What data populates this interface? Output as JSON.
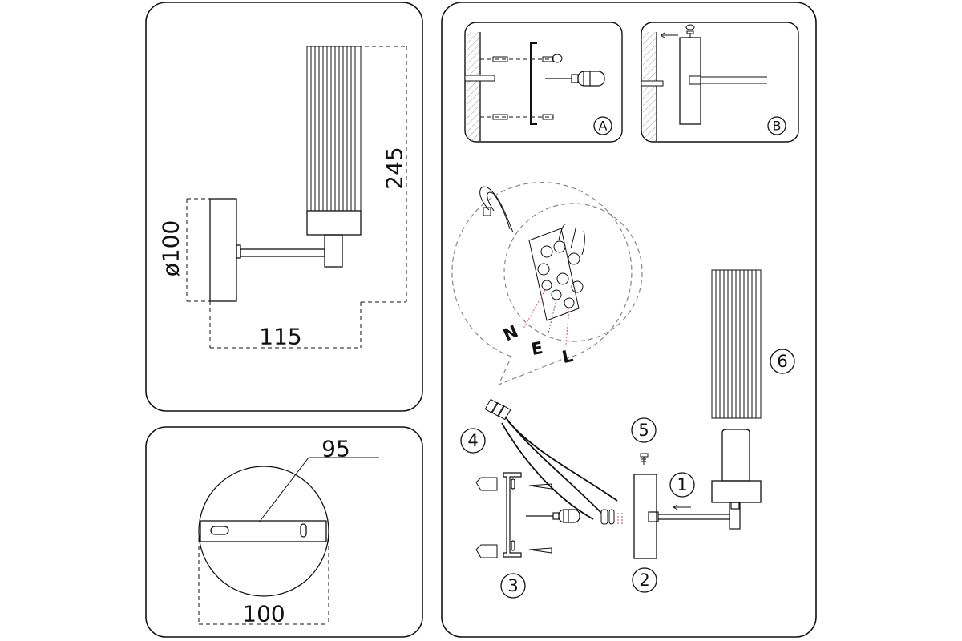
{
  "dimensions": {
    "side_view": {
      "height": "245",
      "diameter": "ø100",
      "depth": "115"
    },
    "base_view": {
      "plate_width": "95",
      "base_diameter": "100"
    }
  },
  "step_labels": {
    "one": "1",
    "two": "2",
    "three": "3",
    "four": "4",
    "five": "5",
    "six": "6"
  },
  "detail_labels": {
    "a": "A",
    "b": "B"
  },
  "wire_labels": {
    "n": "N",
    "e": "E",
    "l": "L"
  },
  "colors": {
    "stroke": "#111111",
    "wire_n": "#e2566b",
    "wire_e": "#7b4fa0",
    "wire_l": "#d8447a"
  }
}
